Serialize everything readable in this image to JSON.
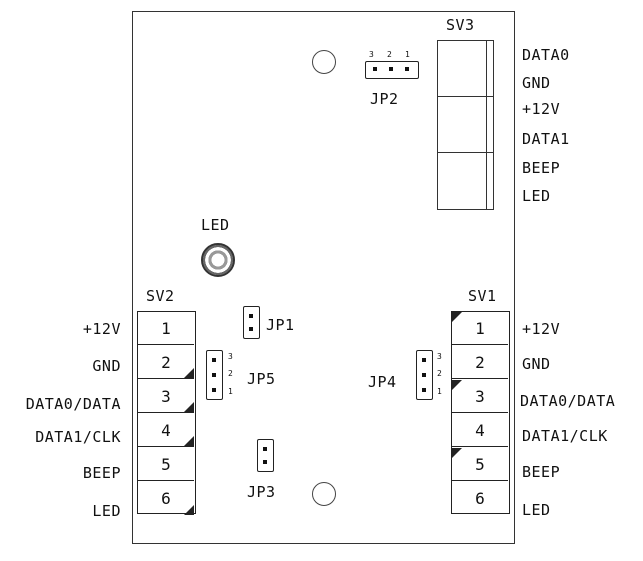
{
  "sv3": {
    "title": "SV3",
    "labels": [
      "DATA0",
      "GND",
      "+12V",
      "DATA1",
      "BEEP",
      "LED"
    ]
  },
  "jp2": {
    "title": "JP2",
    "pins": [
      "3",
      "2",
      "1"
    ]
  },
  "led": {
    "title": "LED"
  },
  "sv2": {
    "title": "SV2",
    "numbers": [
      "1",
      "2",
      "3",
      "4",
      "5",
      "6"
    ],
    "labels": [
      "+12V",
      "GND",
      "DATA0/DATA",
      "DATA1/CLK",
      "BEEP",
      "LED"
    ]
  },
  "sv1": {
    "title": "SV1",
    "numbers": [
      "1",
      "2",
      "3",
      "4",
      "5",
      "6"
    ],
    "labels": [
      "+12V",
      "GND",
      "DATA0/DATA",
      "DATA1/CLK",
      "BEEP",
      "LED"
    ]
  },
  "jp1": {
    "title": "JP1"
  },
  "jp5": {
    "title": "JP5",
    "pins": [
      "3",
      "2",
      "1"
    ]
  },
  "jp4": {
    "title": "JP4",
    "pins": [
      "3",
      "2",
      "1"
    ]
  },
  "jp3": {
    "title": "JP3"
  }
}
